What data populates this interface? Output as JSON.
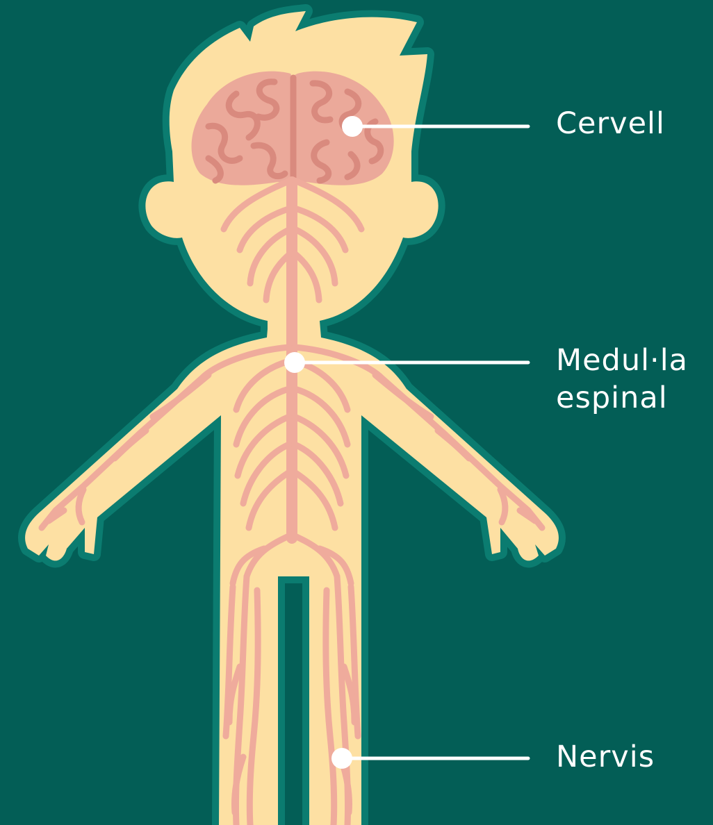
{
  "labels": {
    "brain": "Cervell",
    "spinal_cord_line1": "Medul·la",
    "spinal_cord_line2": "espinal",
    "nerves": "Nervis"
  },
  "colors": {
    "background": "#035e56",
    "outline": "#0b7c70",
    "skin": "#fde0a3",
    "brain": "#eba99a",
    "brain_fold": "#d98a7e",
    "nerve": "#efab9c",
    "leader_line": "#ffffff"
  }
}
